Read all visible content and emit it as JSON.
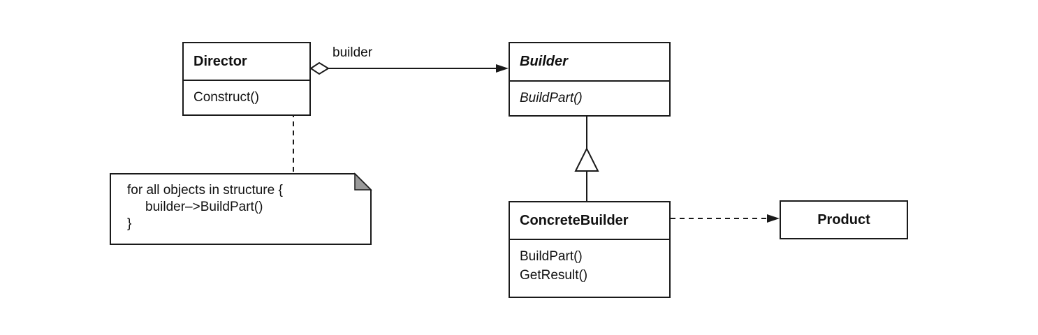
{
  "classes": {
    "director": {
      "name": "Director",
      "operations": [
        "Construct()"
      ]
    },
    "builder": {
      "name": "Builder",
      "operations": [
        "BuildPart()"
      ],
      "abstract": true
    },
    "concrete_builder": {
      "name": "ConcreteBuilder",
      "operations": [
        "BuildPart()",
        "GetResult()"
      ]
    },
    "product": {
      "name": "Product"
    }
  },
  "association": {
    "label": "builder"
  },
  "note": {
    "lines": [
      "for all objects in structure {",
      "builder–>BuildPart()",
      "}"
    ]
  },
  "colors": {
    "line": "#1a1a1a",
    "background": "#ffffff",
    "note_corner": "#9a9a9a"
  }
}
